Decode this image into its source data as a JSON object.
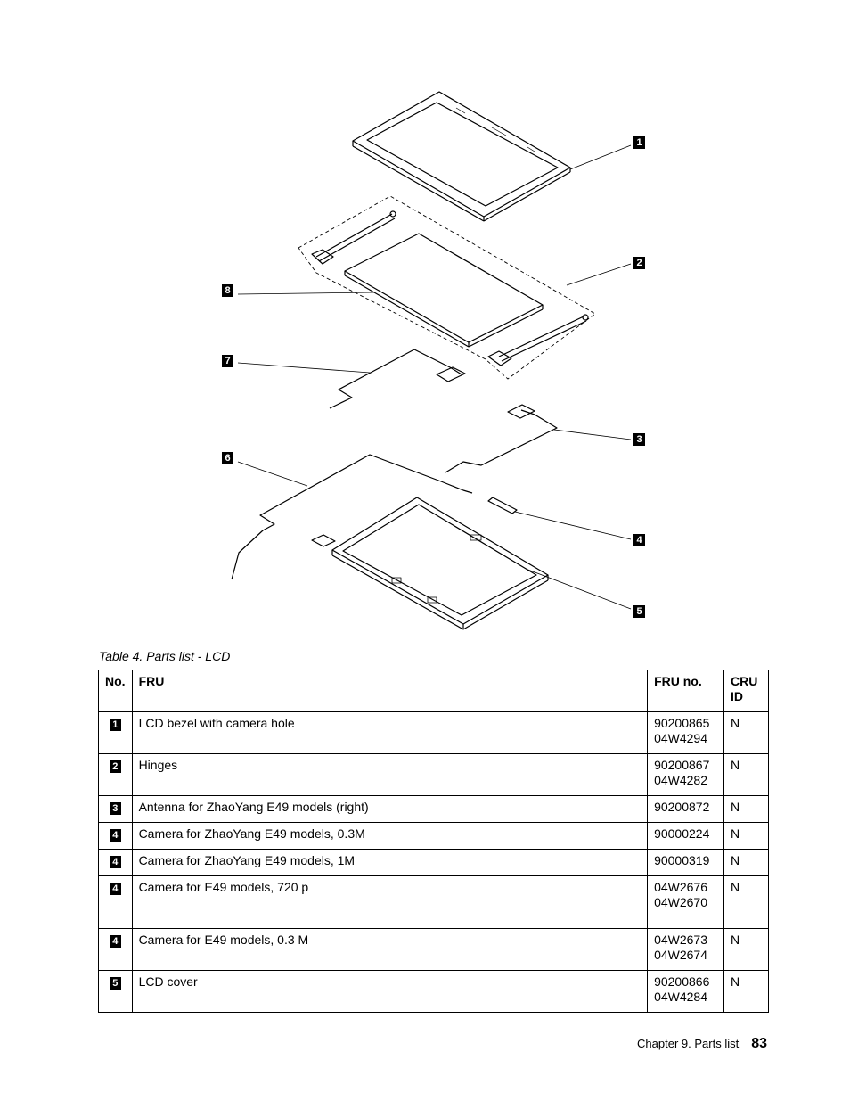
{
  "diagram": {
    "callouts": [
      "1",
      "2",
      "3",
      "4",
      "5",
      "6",
      "7",
      "8"
    ]
  },
  "table": {
    "caption": "Table 4.  Parts list - LCD",
    "headers": {
      "no": "No.",
      "fru": "FRU",
      "fru_no": "FRU no.",
      "cru": "CRU ID"
    },
    "rows": [
      {
        "no": "1",
        "fru": "LCD bezel with camera hole",
        "fru_no_1": "90200865",
        "fru_no_2": "04W4294",
        "cru": "N"
      },
      {
        "no": "2",
        "fru": "Hinges",
        "fru_no_1": "90200867",
        "fru_no_2": "04W4282",
        "cru": "N"
      },
      {
        "no": "3",
        "fru": "Antenna for ZhaoYang E49 models (right)",
        "fru_no_1": "90200872",
        "fru_no_2": "",
        "cru": "N"
      },
      {
        "no": "4",
        "fru": "Camera for ZhaoYang E49 models, 0.3M",
        "fru_no_1": "90000224",
        "fru_no_2": "",
        "cru": "N"
      },
      {
        "no": "4",
        "fru": "Camera for ZhaoYang E49 models, 1M",
        "fru_no_1": "90000319",
        "fru_no_2": "",
        "cru": "N"
      },
      {
        "no": "4",
        "fru": "Camera for E49 models, 720 p",
        "fru_no_1": "04W2676",
        "fru_no_2": "04W2670",
        "cru": "N"
      },
      {
        "no": "4",
        "fru": "Camera for E49 models, 0.3 M",
        "fru_no_1": "04W2673",
        "fru_no_2": "04W2674",
        "cru": "N"
      },
      {
        "no": "5",
        "fru": "LCD cover",
        "fru_no_1": "90200866",
        "fru_no_2": "04W4284",
        "cru": "N"
      }
    ]
  },
  "footer": {
    "chapter": "Chapter 9.  Parts list",
    "page": "83"
  }
}
